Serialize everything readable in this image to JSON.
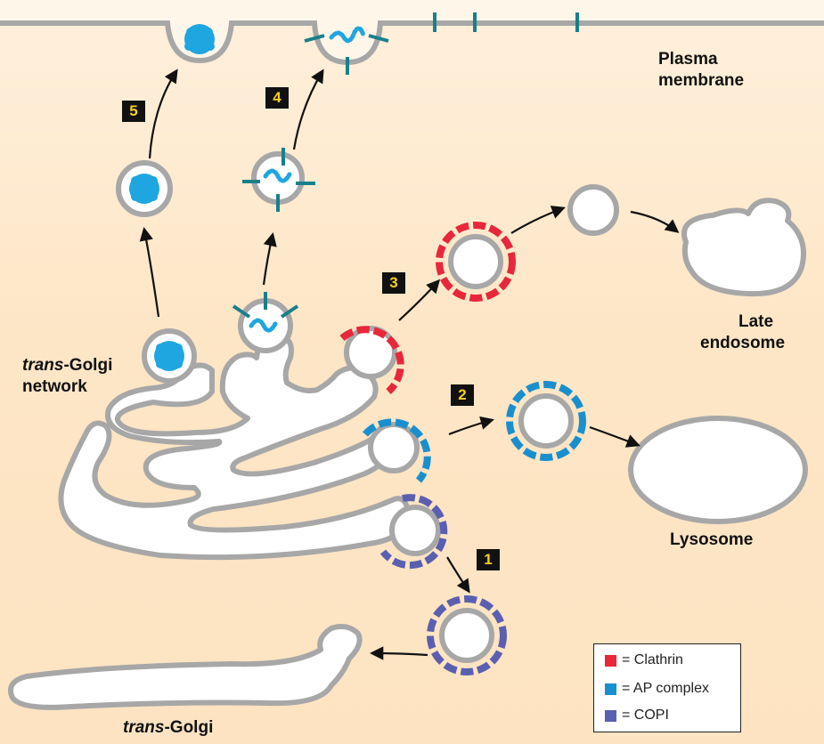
{
  "labels": {
    "plasma_membrane_line1": "Plasma",
    "plasma_membrane_line2": "membrane",
    "late_endosome_line1": "Late",
    "late_endosome_line2": "endosome",
    "lysosome": "Lysosome",
    "tgn_italic": "trans",
    "tgn_rest": "-Golgi",
    "tgn_line2": "network",
    "trans_golgi_italic": "trans",
    "trans_golgi_rest": "-Golgi"
  },
  "steps": [
    "1",
    "2",
    "3",
    "4",
    "5"
  ],
  "legend": [
    {
      "label": "= Clathrin",
      "color": "#e8273a"
    },
    {
      "label": "= AP complex",
      "color": "#1a8fce"
    },
    {
      "label": "= COPI",
      "color": "#5a5fb0"
    }
  ],
  "colors": {
    "membrane": "#a7a7a7",
    "lumen": "#ffffff",
    "cargo": "#1fa6e0",
    "receptor": "#1a7f8a"
  }
}
